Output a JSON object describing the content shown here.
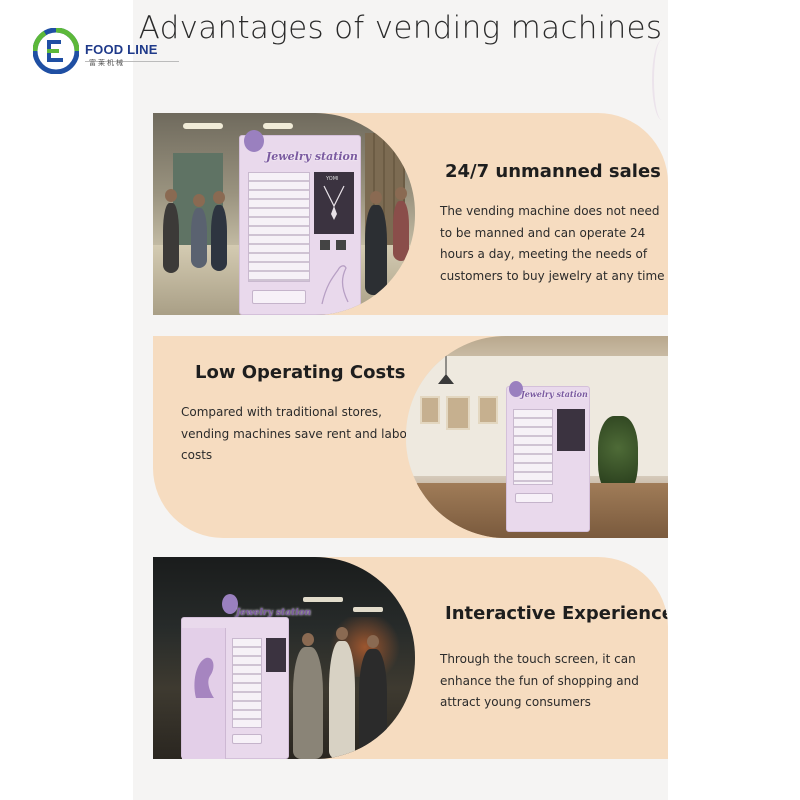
{
  "brand": {
    "name": "FOOD LINE",
    "subtitle": "富莱机械",
    "colors": {
      "blue": "#1f4fa3",
      "green": "#5cb83a"
    }
  },
  "page": {
    "title": "Advantages of vending machines"
  },
  "sections": [
    {
      "title": "24/7 unmanned sales",
      "body": "The vending machine does not need to be manned and can operate 24 hours a day, meeting the needs of customers to buy jewelry at any time",
      "image": {
        "sign_text": "Jewelry station",
        "brand_text": "YOMI"
      }
    },
    {
      "title": "Low Operating Costs",
      "body": "Compared with traditional stores, vending machines save rent and labor costs",
      "image": {
        "sign_text": "Jewelry station"
      }
    },
    {
      "title": "Interactive Experience",
      "body": "Through the touch screen, it can enhance the fun of shopping and attract young consumers",
      "image": {
        "sign_text": "Jewelry station"
      }
    }
  ],
  "colors": {
    "card_bg": "#f6dcc0",
    "column_bg": "#f5f4f3",
    "machine": "#e9d9ec",
    "sign": "#7b5aa0"
  }
}
